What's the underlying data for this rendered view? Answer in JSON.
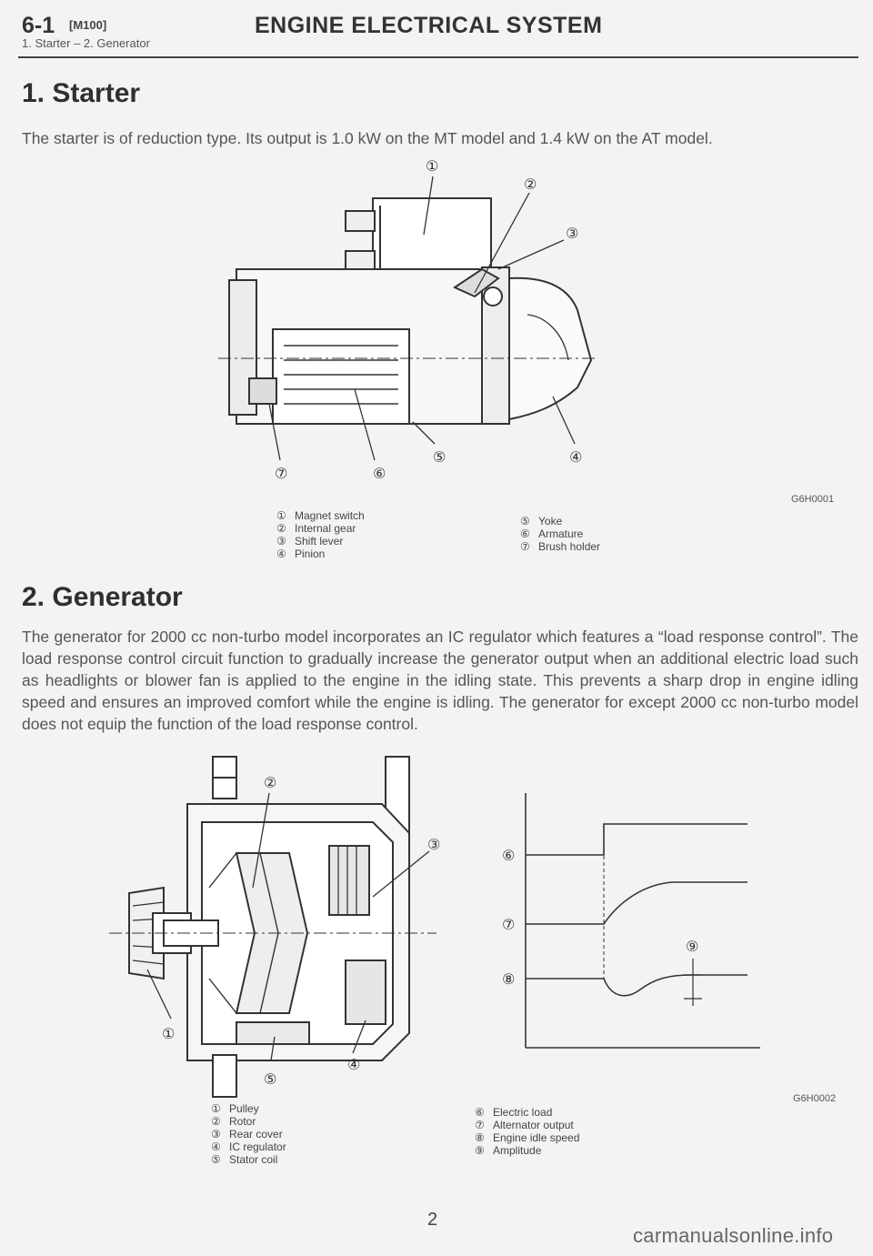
{
  "header": {
    "section_number": "6-1",
    "section_code": "[M100]",
    "subtitle": "1. Starter – 2. Generator",
    "title": "ENGINE ELECTRICAL SYSTEM"
  },
  "starter": {
    "heading": "1. Starter",
    "text": "The starter is of reduction type. Its output is 1.0 kW on the MT model and 1.4 kW on the AT model.",
    "callouts": [
      "①",
      "②",
      "③",
      "④",
      "⑤",
      "⑥",
      "⑦"
    ],
    "legend_left": [
      {
        "num": "①",
        "label": "Magnet switch"
      },
      {
        "num": "②",
        "label": "Internal gear"
      },
      {
        "num": "③",
        "label": "Shift lever"
      },
      {
        "num": "④",
        "label": "Pinion"
      }
    ],
    "legend_right": [
      {
        "num": "⑤",
        "label": "Yoke"
      },
      {
        "num": "⑥",
        "label": "Armature"
      },
      {
        "num": "⑦",
        "label": "Brush holder"
      }
    ],
    "figure_code": "G6H0001"
  },
  "generator": {
    "heading": "2. Generator",
    "text": "The generator for 2000 cc non-turbo model incorporates an IC regulator which features a “load response control”. The load response control circuit function to gradually increase the generator output when an additional electric load such as headlights or blower fan is applied to the engine in the idling state. This prevents a sharp drop in engine idling speed and ensures an improved comfort while the engine is idling. The generator for except 2000 cc non-turbo model does not equip the function of the load response control.",
    "callouts": [
      "①",
      "②",
      "③",
      "④",
      "⑤"
    ],
    "graph_callouts": [
      "⑥",
      "⑦",
      "⑧",
      "⑨"
    ],
    "legend_left": [
      {
        "num": "①",
        "label": "Pulley"
      },
      {
        "num": "②",
        "label": "Rotor"
      },
      {
        "num": "③",
        "label": "Rear cover"
      },
      {
        "num": "④",
        "label": "IC regulator"
      },
      {
        "num": "⑤",
        "label": "Stator coil"
      }
    ],
    "legend_right": [
      {
        "num": "⑥",
        "label": "Electric load"
      },
      {
        "num": "⑦",
        "label": "Alternator output"
      },
      {
        "num": "⑧",
        "label": "Engine idle speed"
      },
      {
        "num": "⑨",
        "label": "Amplitude"
      }
    ],
    "figure_code": "G6H0002"
  },
  "footer": {
    "page_number": "2",
    "watermark": "carmanualsonline.info"
  }
}
